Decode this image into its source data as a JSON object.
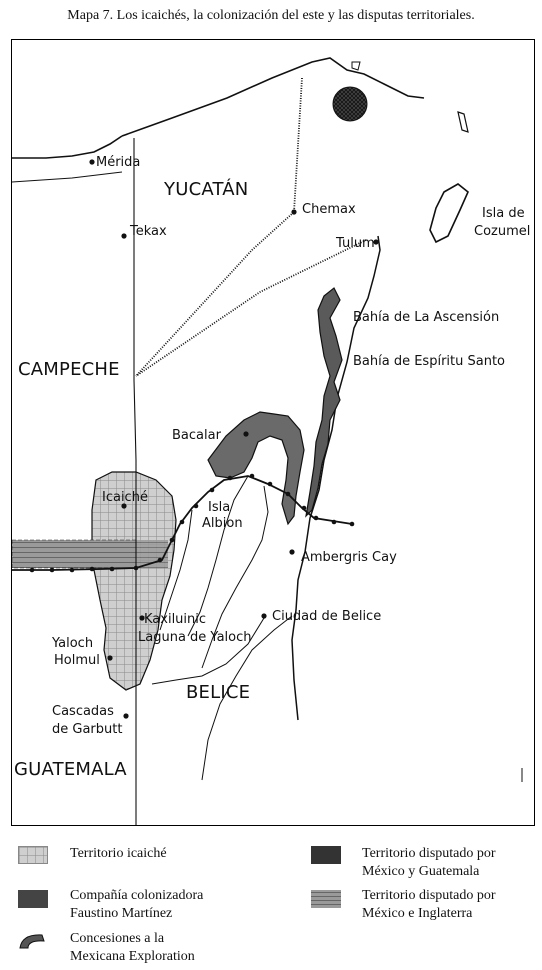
{
  "title": "Mapa 7. Los icaichés, la colonización del este y las disputas territoriales.",
  "labels": {
    "merida": "Mérida",
    "yucatan": "YUCATÁN",
    "tekax": "Tekax",
    "chemax": "Chemax",
    "isla_cozumel_1": "Isla de",
    "isla_cozumel_2": "Cozumel",
    "tulum": "Tulum",
    "ascension": "Bahía de La Ascensión",
    "espiritu_santo": "Bahía de Espíritu Santo",
    "campeche": "CAMPECHE",
    "bacalar": "Bacalar",
    "icaiche": "Icaiché",
    "isla_albion_1": "Isla",
    "isla_albion_2": "Albion",
    "ambergris": "Ambergris Cay",
    "kaxiluinic": "Kaxiluinic",
    "laguna_yaloch": "Laguna de Yaloch",
    "ciudad_belice": "Ciudad de Belice",
    "yaloch": "Yaloch",
    "holmul": "Holmul",
    "belice": "BELICE",
    "cascadas_1": "Cascadas",
    "cascadas_2": "de Garbutt",
    "guatemala": "GUATEMALA"
  },
  "legend": {
    "icaiche": "Territorio icaiché",
    "faustino_1": "Compañía colonizadora",
    "faustino_2": "Faustino Martínez",
    "mexicana_1": "Concesiones a la",
    "mexicana_2": "Mexicana Exploration",
    "mx_gt_1": "Territorio disputado por",
    "mx_gt_2": "México y Guatemala",
    "mx_en_1": "Territorio disputado por",
    "mx_en_2": "México e Inglaterra"
  }
}
